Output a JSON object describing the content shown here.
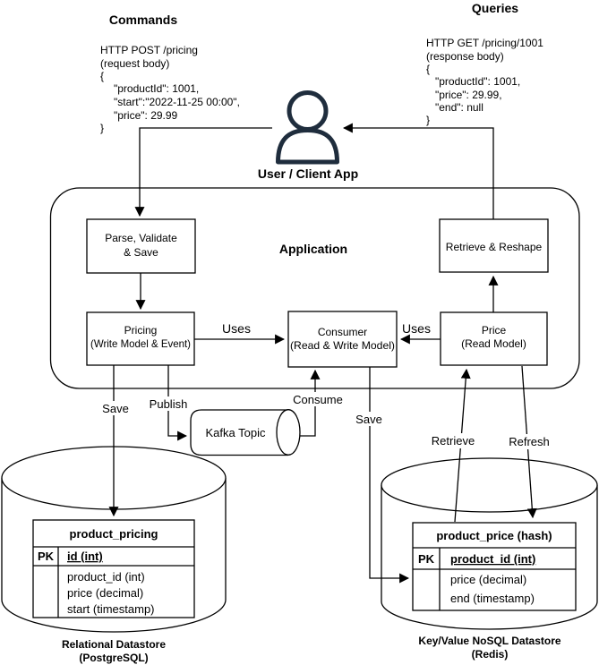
{
  "colors": {
    "ink": "#000000",
    "user_accent": "#1f2d3d",
    "background": "#ffffff"
  },
  "commands": {
    "title": "Commands",
    "lines": [
      "HTTP POST /pricing",
      "(request body)",
      "{",
      "\"productId\": 1001,",
      "\"start\":\"2022-11-25 00:00\",",
      "\"price\": 29.99",
      "}"
    ]
  },
  "queries": {
    "title": "Queries",
    "lines": [
      "HTTP GET /pricing/1001",
      "(response body)",
      "{",
      "\"productId\": 1001,",
      "\"price\": 29.99,",
      "\"end\": null",
      "}"
    ]
  },
  "user": {
    "label": "User / Client App"
  },
  "application": {
    "label": "Application",
    "boxes": {
      "parse": {
        "line1": "Parse, Validate",
        "line2": "& Save"
      },
      "pricing": {
        "line1": "Pricing",
        "line2": "(Write Model & Event)"
      },
      "consumer": {
        "line1": "Consumer",
        "line2": "(Read & Write Model)"
      },
      "price": {
        "line1": "Price",
        "line2": "(Read Model)"
      },
      "retrieve_reshape": {
        "line1": "Retrieve & Reshape"
      }
    }
  },
  "edges": {
    "uses_left": "Uses",
    "uses_right": "Uses",
    "save_left": "Save",
    "publish": "Publish",
    "consume": "Consume",
    "save_right": "Save",
    "retrieve": "Retrieve",
    "refresh": "Refresh"
  },
  "kafka": {
    "label": "Kafka Topic"
  },
  "postgres": {
    "table": {
      "title": "product_pricing",
      "pk_label": "PK",
      "pk_field": "id (int)",
      "fields": [
        "product_id (int)",
        "price (decimal)",
        "start (timestamp)"
      ]
    },
    "caption1": "Relational Datastore",
    "caption2": "(PostgreSQL)"
  },
  "redis": {
    "table": {
      "title": "product_price (hash)",
      "pk_label": "PK",
      "pk_field": "product_id (int)",
      "fields": [
        "price (decimal)",
        "end (timestamp)"
      ]
    },
    "caption1": "Key/Value NoSQL Datastore",
    "caption2": "(Redis)"
  }
}
